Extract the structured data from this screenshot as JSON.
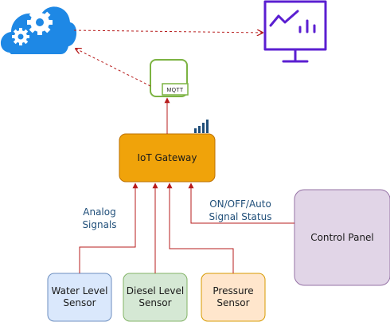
{
  "nodes": {
    "gateway": "IoT Gateway",
    "control_panel": "Control Panel",
    "water_sensor": "Water Level\nSensor",
    "diesel_sensor": "Diesel Level\nSensor",
    "pressure_sensor": "Pressure\nSensor",
    "mqtt": "MQTT"
  },
  "edge_labels": {
    "analog": "Analog\nSignals",
    "status": "ON/OFF/Auto\nSignal Status"
  },
  "icons": {
    "cloud": "cloud-gears-icon",
    "monitor": "dashboard-monitor-icon",
    "mqtt": "mqtt-broker-icon",
    "signal": "signal-bars-icon"
  },
  "colors": {
    "cloud": "#1e88e5",
    "monitor": "#5b1fd1",
    "mqtt": "#7cb342",
    "gateway_fill": "#f0a30a",
    "gateway_border": "#bd7000",
    "control_panel_fill": "#e1d5e7",
    "control_panel_border": "#9673a6",
    "water_fill": "#dae8fc",
    "water_border": "#6c8ebf",
    "diesel_fill": "#d5e8d4",
    "diesel_border": "#82b366",
    "pressure_fill": "#ffe6cc",
    "pressure_border": "#d79b00",
    "edge_solid": "#b71c1c",
    "edge_dashed": "#b71c1c",
    "signal_bars": "#1f4e79"
  }
}
